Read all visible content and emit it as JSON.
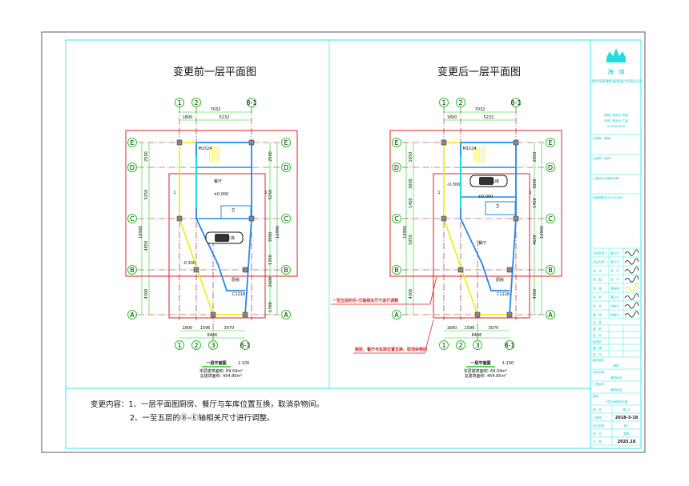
{
  "sheet": {
    "before_title": "变更前一层平面图",
    "after_title": "变更后一层平面图",
    "notes": {
      "line1": "变更内容：1、一层平面图厨房、餐厅与车库位置互换，取消杂物间。",
      "line2": "2、一至五层的Ⓑ-Ⓔ轴相关尺寸进行调整。"
    },
    "annotations": {
      "axis_change": "一至五层的Ⓑ-Ⓔ轴相关尺寸进行调整",
      "room_swap": "厨房、餐厅与车库位置互换，取消杂物间"
    }
  },
  "plans": [
    {
      "id": "before",
      "plan_label": "一层平面图",
      "scale": "1:100",
      "floor_area": "本层建筑面积: 69.04m²",
      "total_area": "总建筑面积: 454.80m²",
      "top_axes": [
        "1",
        "2",
        "8-1"
      ],
      "bottom_axes": [
        "1",
        "2",
        "3",
        "8-1"
      ],
      "row_axes": [
        "E",
        "D",
        "C",
        "B",
        "A"
      ],
      "top_dims": {
        "total": "7032",
        "parts": [
          "1800",
          "5232"
        ]
      },
      "bottom_dims": {
        "total": "6466",
        "parts": [
          "1800",
          "1596",
          "3070"
        ]
      },
      "left_dims": {
        "total": "16990",
        "parts": [
          "2500",
          "5250",
          "4850",
          "4300"
        ]
      },
      "right_dims": {
        "total": "16990",
        "parts": [
          "2500",
          "5250",
          "3500",
          "1350",
          "2600",
          "1700"
        ]
      },
      "rooms": {
        "dining": "餐厅",
        "level": "±0.000",
        "garage": "车库",
        "toilet": "卫",
        "kitchen": "厨房",
        "stair": "M1524",
        "outside_level": "-0.300",
        "window": "C1218",
        "section": "1"
      }
    },
    {
      "id": "after",
      "plan_label": "一层平面图",
      "scale": "1:100",
      "floor_area": "本层建筑面积: 69.04m²",
      "total_area": "总建筑面积: 454.85m²",
      "top_axes": [
        "1",
        "2",
        "8-1"
      ],
      "bottom_axes": [
        "1",
        "2",
        "3",
        "8-1"
      ],
      "row_axes": [
        "E",
        "D",
        "C",
        "B",
        "A"
      ],
      "top_dims": {
        "total": "7032",
        "parts": [
          "1800",
          "5232"
        ]
      },
      "bottom_dims": {
        "total": "6466",
        "parts": [
          "1800",
          "1596",
          "3070"
        ]
      },
      "left_dims": {
        "total": "16990",
        "parts": [
          "2650",
          "3000",
          "1400",
          "5050",
          "4300"
        ]
      },
      "right_dims": {
        "total": "16990",
        "parts": [
          "2650",
          "3000",
          "1400",
          "4600",
          "4300"
        ]
      },
      "rooms": {
        "dining": "餐厅",
        "level": "±0.000",
        "garage": "车库",
        "toilet": "卫",
        "kitchen": "厨房",
        "stair": "M1524",
        "outside_level": "-0.300",
        "window": "C1218",
        "section": "1"
      }
    }
  ],
  "title_block": {
    "company_short": "海　南",
    "company": "现代海南建筑规划设计有限公司",
    "cert1": "建筑工程设计 甲级",
    "cert2": "市政工程设计 乙级",
    "cert_no": "A246000256",
    "stamp1": "注册章（建筑）",
    "stamp2": "注册章（结构）",
    "stamp3": "工程设计出图专用章",
    "stamp4": "甲级资质证 A2100000",
    "roles": [
      {
        "role": "项目负责人",
        "name": "曹卫华"
      },
      {
        "role": "专业负责人",
        "name": "曹卫华"
      },
      {
        "role": "设　计",
        "name": "李　平"
      },
      {
        "role": "制　图",
        "name": "李　平"
      },
      {
        "role": "审　核",
        "name": "黄振锋"
      },
      {
        "role": "审　定",
        "name": "曹卫华"
      },
      {
        "role": "校　对",
        "name": "陆振华"
      },
      {
        "role": "复　核",
        "name": "陆振华"
      }
    ],
    "disciplines": [
      "会　签",
      "建　筑",
      "结　构",
      "给排水",
      "暖　通",
      "电　气"
    ],
    "client_label": "建设单位",
    "client": "黄常",
    "project_label": "项目名称",
    "project": "黄常私宅",
    "work_label": "工程名称",
    "work": "黄常私宅",
    "drawing_label": "图名",
    "drawing": "一层平面图对比图",
    "rows": [
      {
        "label": "图　号",
        "value": "建-01"
      },
      {
        "label": "工程号",
        "value": "2018-3-18"
      },
      {
        "label": "设计阶段",
        "value": "施工"
      },
      {
        "label": "专　业",
        "value": "建筑"
      },
      {
        "label": "日　期",
        "value": "2025.10"
      }
    ]
  }
}
